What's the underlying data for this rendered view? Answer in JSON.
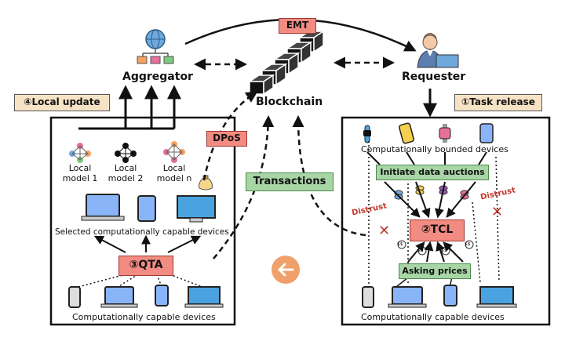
{
  "nodes": {
    "aggregator": "Aggregator",
    "blockchain": "Blockchain",
    "requester": "Requester"
  },
  "tags": {
    "emt": "EMT",
    "dpos": "DPoS",
    "transactions": "Transactions",
    "qta": "③QTA",
    "tcl": "②TCL",
    "initiate": "Initiate data auctions",
    "asking": "Asking prices"
  },
  "steps": {
    "local_update": "④Local update",
    "task_release": "①Task release"
  },
  "left_panel": {
    "models": [
      {
        "line1": "Local",
        "line2": "model 1"
      },
      {
        "line1": "Local",
        "line2": "model 2"
      },
      {
        "line1": "Local",
        "line2": "model n"
      }
    ],
    "selected_caption": "Selected computationally capable devices",
    "bottom_caption": "Computationally capable devices"
  },
  "right_panel": {
    "top_caption": "Computationally bounded devices",
    "bottom_caption": "Computationally capable devices",
    "distrust_left": "Distrust",
    "distrust_right": "Distrust",
    "price_tag": "$$"
  },
  "colors": {
    "red_tag": "#f28b82",
    "green_tag": "#a8d5a6",
    "beige_tag": "#f6e3c6",
    "back_button": "#f0a06a",
    "distrust": "#c0392b"
  }
}
